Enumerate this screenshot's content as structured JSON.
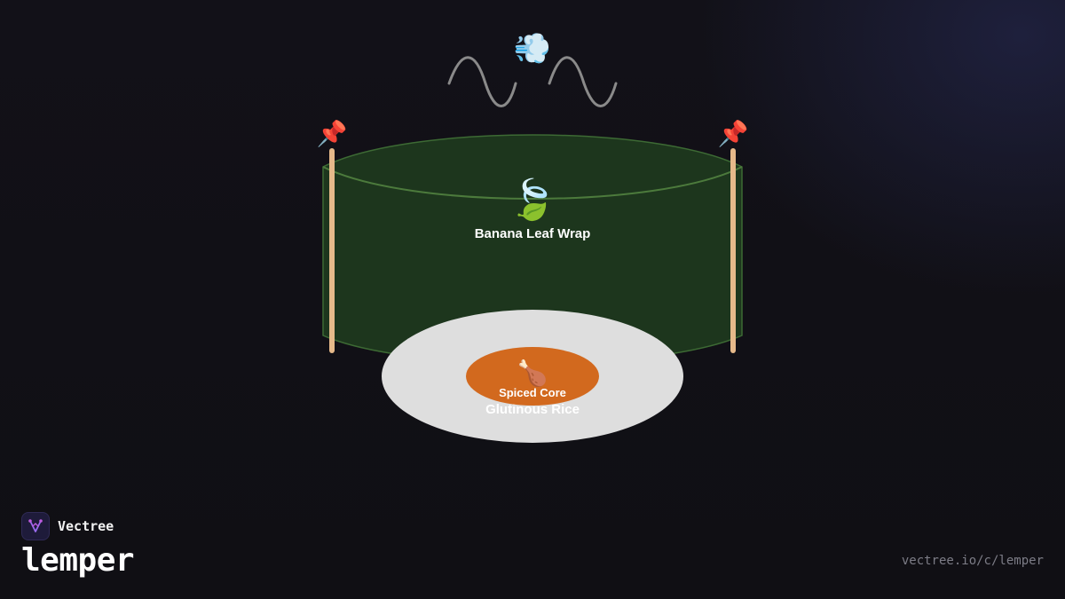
{
  "brand": {
    "name": "Vectree",
    "logo_icon": "vectree-fork-icon"
  },
  "page": {
    "title": "lemper",
    "url": "vectree.io/c/lemper"
  },
  "diagram": {
    "steam": {
      "icon": "steam-puff-icon",
      "glyph": "💨"
    },
    "leaf": {
      "icon": "leaf-icon",
      "glyph": "🍃",
      "label": "Banana Leaf Wrap",
      "color": "#1e3a1e"
    },
    "rice": {
      "label": "Glutinous Rice",
      "color": "#dedede"
    },
    "core": {
      "icon": "drumstick-icon",
      "glyph": "🍗",
      "label": "Spiced Core",
      "color": "#d2691e"
    },
    "skewers": {
      "icon": "pushpin-icon",
      "glyph": "📌",
      "color": "#e6b98a"
    }
  },
  "colors": {
    "background": "#111016",
    "steam_line": "#8a8a8a",
    "leaf_edge": "#4c7a3c",
    "url_text": "#7c7c86"
  }
}
